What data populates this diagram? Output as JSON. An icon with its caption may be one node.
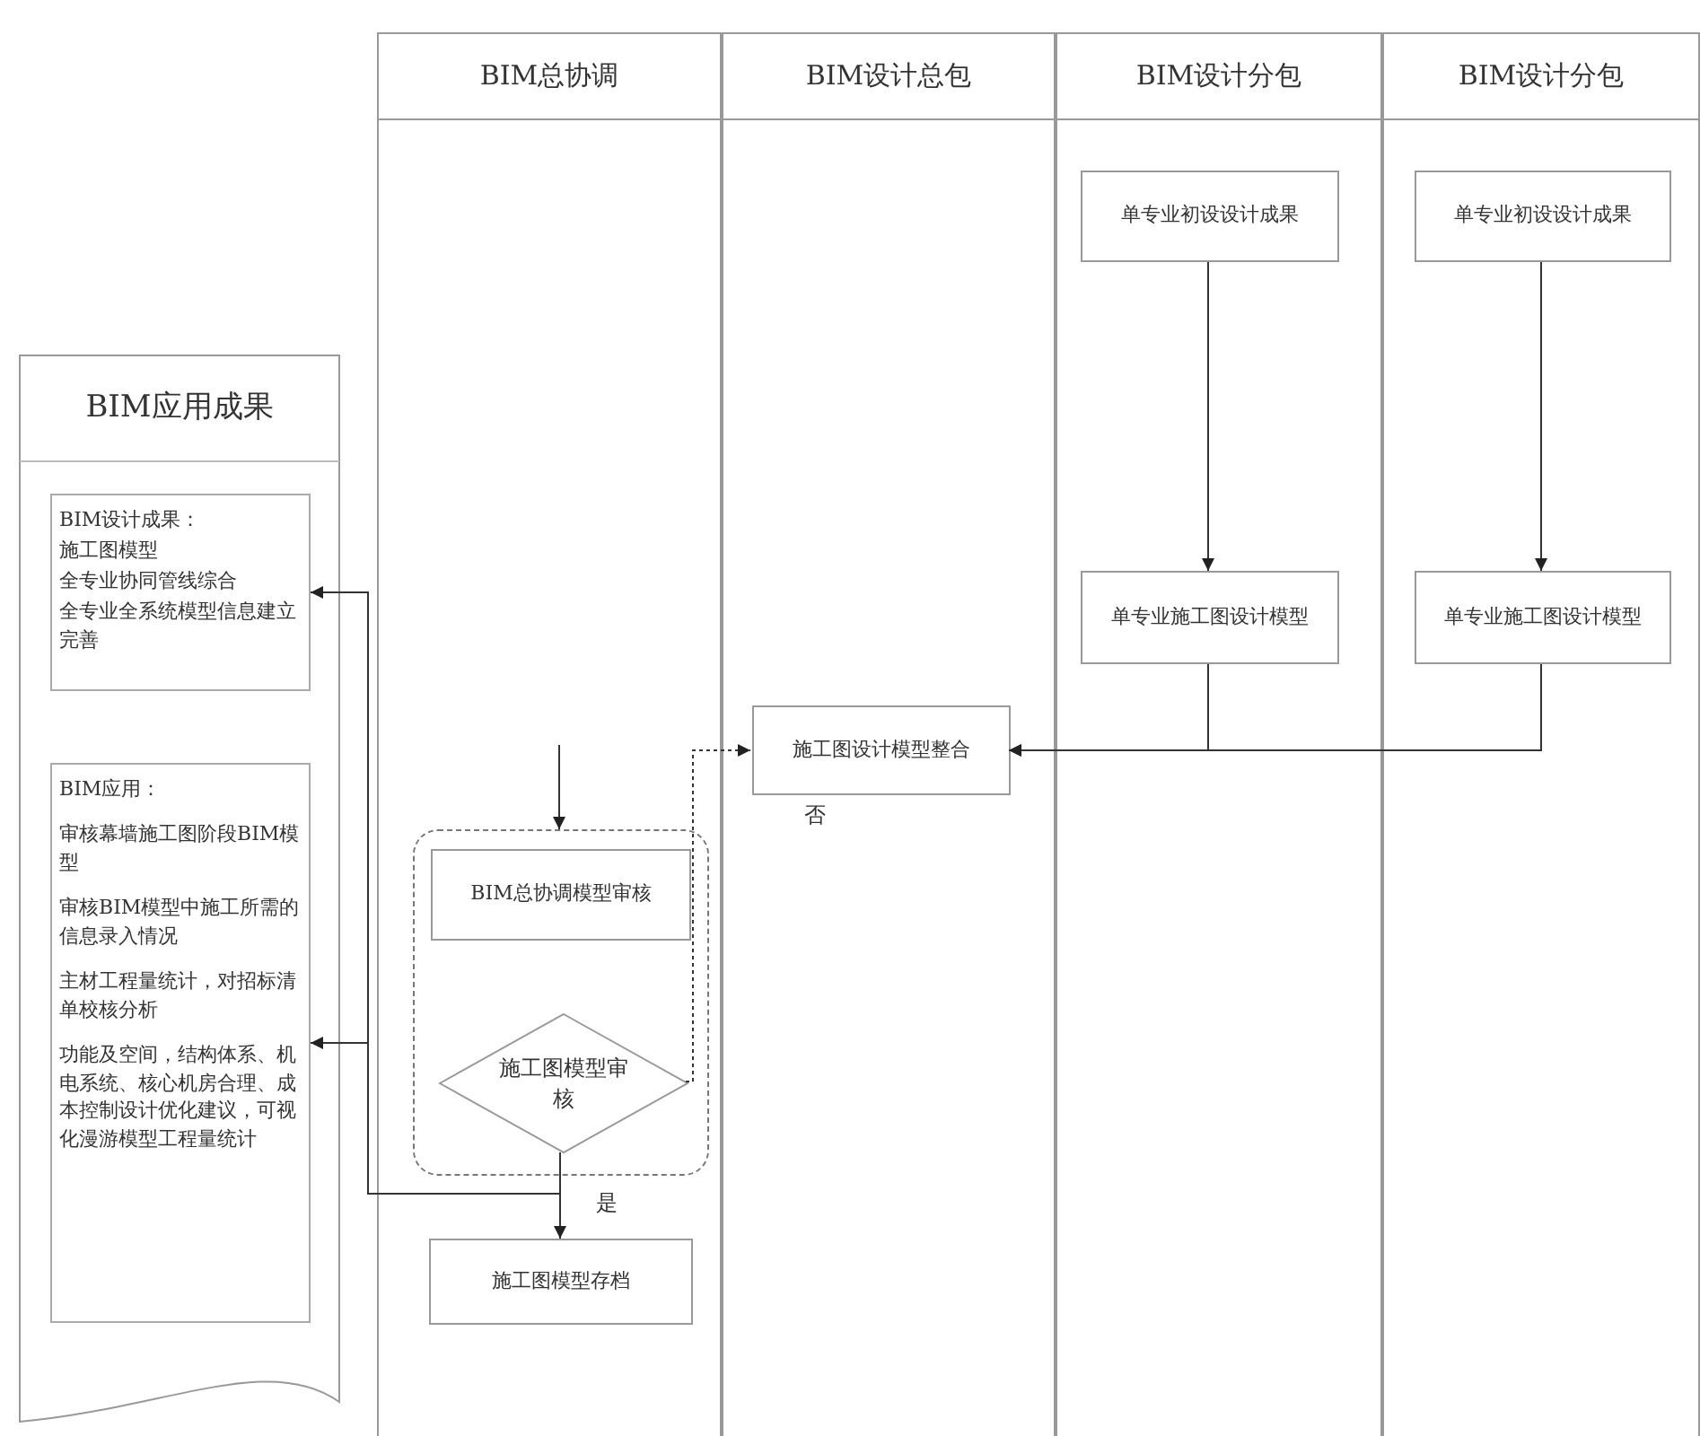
{
  "diagram": {
    "nodes": [
      {
        "text": [
          "BIM总协调"
        ]
      },
      {
        "text": [
          "BIM设计总包"
        ]
      },
      {
        "text": [
          "BIM设计分包"
        ]
      },
      {
        "text": [
          "BIM设计分包"
        ]
      },
      {
        "text": [
          "BIM应用成果"
        ]
      },
      {
        "text": [
          "BIM设计成果：",
          "施工图模型",
          "全专业协同管线综合",
          "全专业全系统模型信息建立完善"
        ],
        "in": 4
      },
      {
        "text": [
          "BIM应用：",
          "审核幕墙施工图阶段BIM模型",
          "审核BIM模型中施工所需的信息录入情况",
          "主材工程量统计，对招标清单校核分析",
          "功能及空间，结构体系、机电系统、核心机房合理、成本控制设计优化建议，可视化漫游模型工程量统计"
        ],
        "in": 4
      },
      {
        "text": [],
        "shape": "box",
        "in": 0
      },
      {
        "text": [
          "BIM总协调模型审核"
        ],
        "in": 7
      },
      {
        "text": [
          "施工图模型审核"
        ],
        "in": 7
      },
      {
        "text": [
          "施工图模型存档"
        ],
        "in": 0
      },
      {
        "text": [
          "施工图设计模型整合"
        ],
        "in": 1
      },
      {
        "text": [
          "单专业初设设计成果"
        ],
        "in": 2
      },
      {
        "text": [
          "单专业施工图设计模型"
        ],
        "in": 2
      },
      {
        "text": [
          "单专业初设设计成果"
        ],
        "in": 3
      },
      {
        "text": [
          "单专业施工图设计模型"
        ],
        "in": 3
      }
    ],
    "edges": [
      {
        "from": 12,
        "to": 13,
        "arrow": "to"
      },
      {
        "from": 14,
        "to": 15,
        "arrow": "to"
      },
      {
        "from": 13,
        "to": 11,
        "arrow": "to"
      },
      {
        "from": 15,
        "to": 11,
        "arrow": "to"
      },
      {
        "from": null,
        "to": 7,
        "arrow": "to"
      },
      {
        "from": 9,
        "to": 11,
        "arrow": "to",
        "label": "否",
        "style": "dashed"
      },
      {
        "from": 9,
        "to": 10,
        "arrow": "to",
        "label": "是"
      },
      {
        "from": 9,
        "to": 5,
        "arrow": "to"
      },
      {
        "from": 9,
        "to": 6,
        "arrow": "to"
      }
    ]
  }
}
